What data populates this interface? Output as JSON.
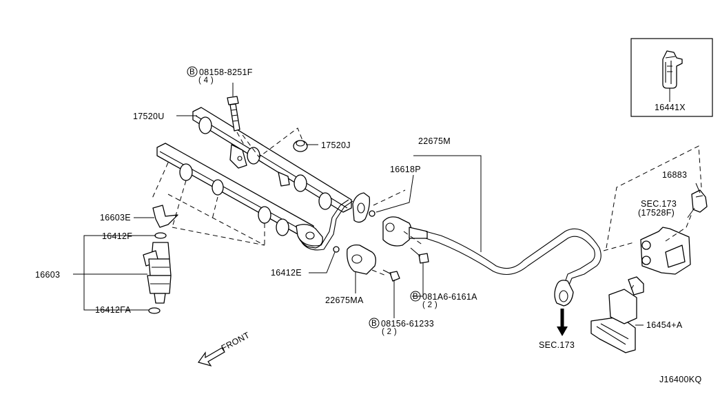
{
  "labels": {
    "bolt_top": "08158-8251F",
    "bolt_top_qty": "( 4 )",
    "rail_upper": "17520U",
    "insulator": "17520J",
    "tube_assembly": "22675M",
    "seal_16618p": "16618P",
    "clip_16603e": "16603E",
    "o_ring_f": "16412F",
    "injector": "16603",
    "o_ring_fa": "16412FA",
    "o_ring_e": "16412E",
    "damper": "22675MA",
    "bolt_81a6": "081A6-6161A",
    "bolt_81a6_qty": "( 2 )",
    "bolt_8156": "08156-61233",
    "bolt_8156_qty": "( 2 )",
    "sec173_arrow": "SEC.173",
    "connector_16883": "16883",
    "sec173_top": "SEC.173",
    "sec173_sub": "(17528F)",
    "bracket": "16454+A",
    "inset_part": "16441X",
    "front": "FRONT",
    "diagram_code": "J16400KQ"
  },
  "bolt_badge": "B"
}
